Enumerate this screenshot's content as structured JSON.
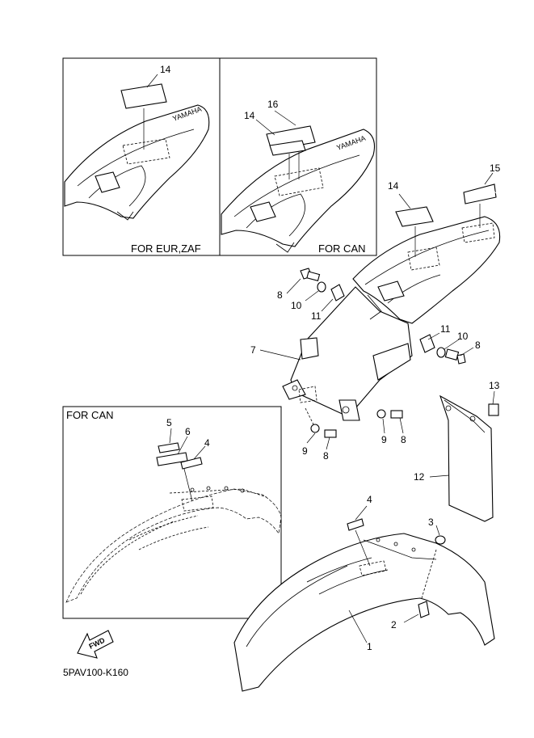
{
  "diagram": {
    "part_code": "5PAV100-K160",
    "fwd_label": "FWD",
    "yamaha_text": "YAMAHA",
    "panels": {
      "eur": "FOR EUR,ZAF",
      "can_top": "FOR CAN",
      "can_bottom": "FOR CAN"
    },
    "callouts": {
      "p1": "1",
      "p2": "2",
      "p3": "3",
      "p4": "4",
      "p4b": "4",
      "p5": "5",
      "p6": "6",
      "p7": "7",
      "p8a": "8",
      "p8b": "8",
      "p8c": "8",
      "p8d": "8",
      "p9a": "9",
      "p9b": "9",
      "p10a": "10",
      "p10b": "10",
      "p11a": "11",
      "p11b": "11",
      "p12": "12",
      "p13": "13",
      "p14a": "14",
      "p14b": "14",
      "p14c": "14",
      "p15": "15",
      "p16": "16"
    }
  }
}
